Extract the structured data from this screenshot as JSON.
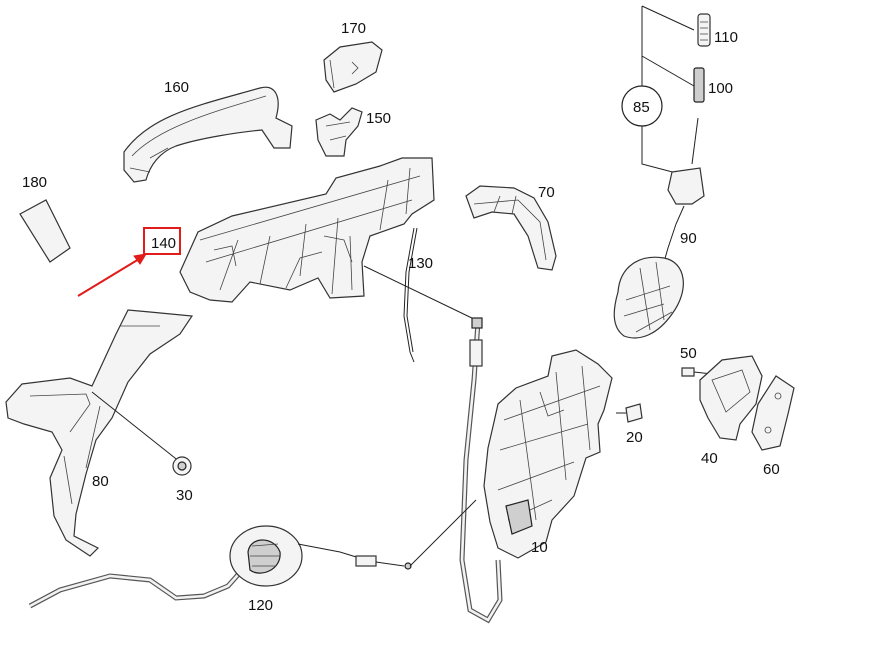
{
  "diagram": {
    "parts": [
      {
        "id": "110",
        "label": "110"
      },
      {
        "id": "100",
        "label": "100"
      },
      {
        "id": "85",
        "label": "85"
      },
      {
        "id": "170",
        "label": "170"
      },
      {
        "id": "160",
        "label": "160"
      },
      {
        "id": "150",
        "label": "150"
      },
      {
        "id": "180",
        "label": "180"
      },
      {
        "id": "140",
        "label": "140"
      },
      {
        "id": "70",
        "label": "70"
      },
      {
        "id": "90",
        "label": "90"
      },
      {
        "id": "130",
        "label": "130"
      },
      {
        "id": "50",
        "label": "50"
      },
      {
        "id": "20",
        "label": "20"
      },
      {
        "id": "40",
        "label": "40"
      },
      {
        "id": "60",
        "label": "60"
      },
      {
        "id": "80",
        "label": "80"
      },
      {
        "id": "30",
        "label": "30"
      },
      {
        "id": "10",
        "label": "10"
      },
      {
        "id": "120",
        "label": "120"
      }
    ],
    "highlighted_part": "140",
    "colors": {
      "highlight": "#e21b1b",
      "ink": "#222222"
    }
  }
}
